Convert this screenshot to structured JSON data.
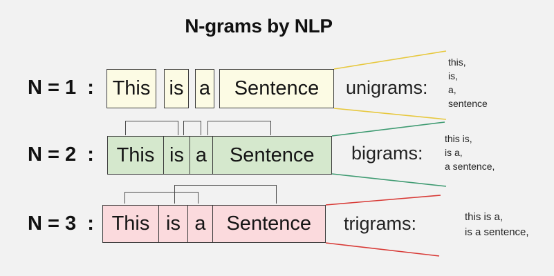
{
  "title": "N-grams by NLP",
  "colors": {
    "background": "#f2f2f2",
    "cream": "#fcfbe4",
    "green": "#d5e8cd",
    "pink": "#fbdadd",
    "yellow_line": "#e7c83e",
    "green_line": "#3f9b72",
    "red_line": "#d83a36",
    "box_border": "#3a3a3a",
    "bracket": "#4a4a4a"
  },
  "rows": [
    {
      "n_label": "N = 1  :",
      "tokens": [
        "This",
        "is",
        "a",
        "Sentence"
      ],
      "gram_label": "unigrams:",
      "outputs": [
        "this,",
        "is,",
        "a,",
        "sentence"
      ]
    },
    {
      "n_label": "N = 2  :",
      "tokens": [
        "This",
        "is",
        "a",
        "Sentence"
      ],
      "gram_label": "bigrams:",
      "outputs": [
        "this is,",
        "is a,",
        "a sentence,"
      ]
    },
    {
      "n_label": "N = 3  :",
      "tokens": [
        "This",
        "is",
        "a",
        "Sentence"
      ],
      "gram_label": "trigrams:",
      "outputs": [
        "this is a,",
        "is a sentence,"
      ]
    }
  ]
}
